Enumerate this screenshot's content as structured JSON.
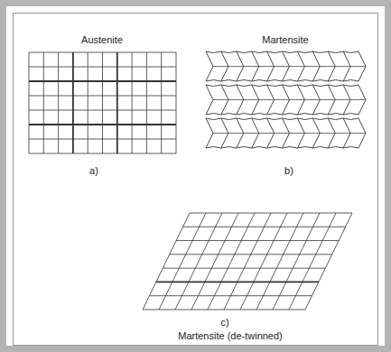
{
  "diagram": {
    "labels": [
      "Austenite",
      "Martensite",
      "a)",
      "b)",
      "c)",
      "Martensite (de-twinned)"
    ]
  }
}
